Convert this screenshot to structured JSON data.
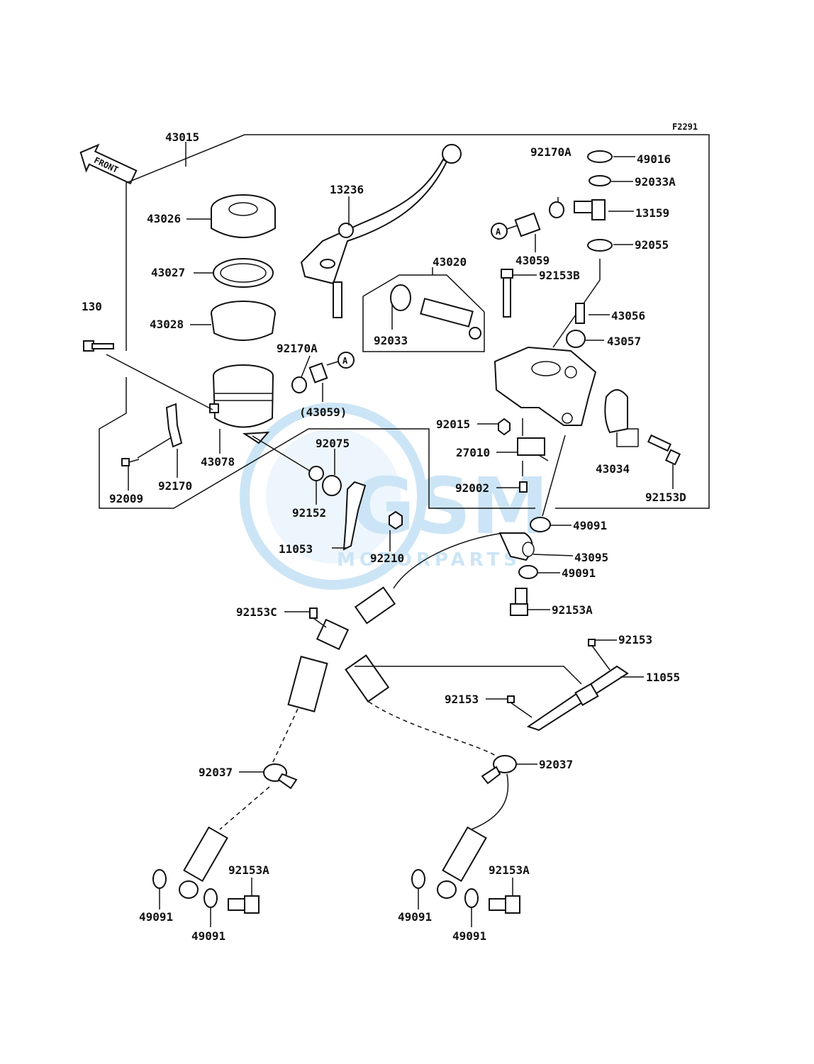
{
  "figure_code": "F2291",
  "front_label": "FRONT",
  "ref_marker": "A",
  "watermark": {
    "brand": "GSM",
    "sub": "MOTORPARTS"
  },
  "parts": {
    "p43015": "43015",
    "p43026": "43026",
    "p43027": "43027",
    "p43028": "43028",
    "p130": "130",
    "p92170A_left": "92170A",
    "p43059_paren": "(43059)",
    "p43078": "43078",
    "p92170": "92170",
    "p92009": "92009",
    "p92075": "92075",
    "p92152": "92152",
    "p11053": "11053",
    "p92210": "92210",
    "p13236": "13236",
    "p43020": "43020",
    "p92033": "92033",
    "p49016": "49016",
    "p92170A_right": "92170A",
    "p92033A": "92033A",
    "p13159": "13159",
    "p43059": "43059",
    "p92055": "92055",
    "p92153B": "92153B",
    "p43056": "43056",
    "p43057": "43057",
    "p92015": "92015",
    "p27010": "27010",
    "p92002": "92002",
    "p43034": "43034",
    "p92153D": "92153D",
    "p49091_a": "49091",
    "p43095": "43095",
    "p49091_b": "49091",
    "p92153A_top": "92153A",
    "p92153C": "92153C",
    "p92153_top": "92153",
    "p11055": "11055",
    "p92153_mid": "92153",
    "p92037_left": "92037",
    "p92037_right": "92037",
    "p92153A_bl": "92153A",
    "p49091_bl1": "49091",
    "p49091_bl2": "49091",
    "p92153A_br": "92153A",
    "p49091_br1": "49091",
    "p49091_br2": "49091"
  },
  "colors": {
    "ink": "#111111",
    "watermark": "#4aa3df"
  }
}
